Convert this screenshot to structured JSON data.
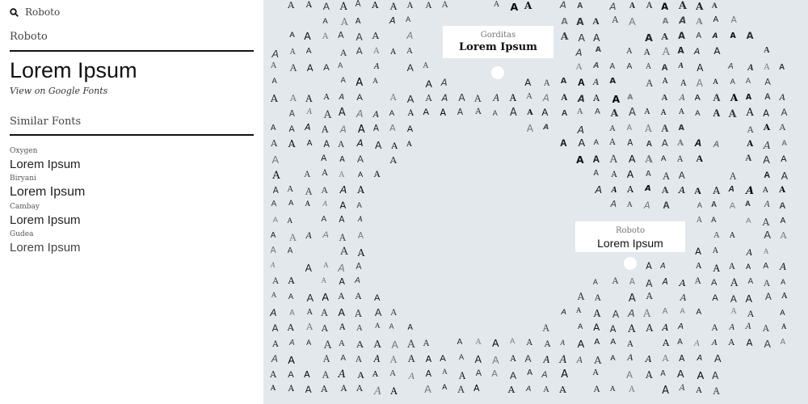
{
  "search": {
    "value": "Roboto",
    "icon": "search-icon"
  },
  "selected": {
    "name": "Roboto",
    "sample": "Lorem Ipsum",
    "link": "View on Google Fonts"
  },
  "similar": {
    "title": "Similar Fonts",
    "items": [
      {
        "name": "Oxygen",
        "sample": "Lorem Ipsum"
      },
      {
        "name": "Biryani",
        "sample": "Lorem Ipsum"
      },
      {
        "name": "Cambay",
        "sample": "Lorem Ipsum"
      },
      {
        "name": "Gudea",
        "sample": "Lorem Ipsum"
      }
    ]
  },
  "map": {
    "glyph": "A",
    "background": "#e3e8ec",
    "labels": [
      {
        "name": "Gorditas",
        "sample": "Lorem Ipsum"
      },
      {
        "name": "Roboto",
        "sample": "Lorem Ipsum"
      }
    ]
  }
}
